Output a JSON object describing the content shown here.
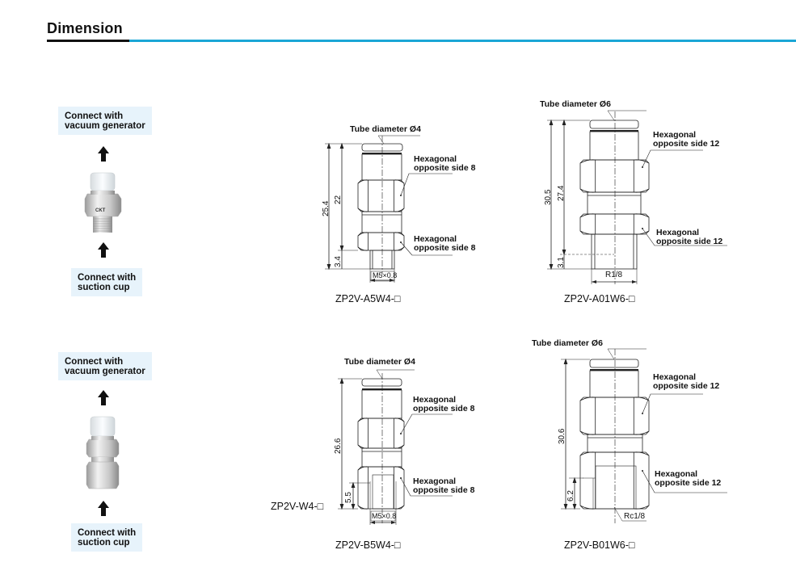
{
  "header": {
    "title": "Dimension",
    "accent_color": "#1aa6d6"
  },
  "flow_notes": [
    {
      "top": "Connect with vacuum generator",
      "top_l1": "Connect with",
      "top_l2": "vacuum generator",
      "bottom_l1": "Connect with",
      "bottom_l2": "suction cup",
      "photo_marking": "CKT"
    },
    {
      "top_l1": "Connect with",
      "top_l2": "vacuum generator",
      "bottom_l1": "Connect with",
      "bottom_l2": "suction cup"
    }
  ],
  "drawings": [
    {
      "model": "ZP2V-A5W4-□",
      "tube": "Tube diameter Ø4",
      "hex_upper": [
        "Hexagonal",
        "opposite side 8"
      ],
      "hex_lower": [
        "Hexagonal",
        "opposite side 8"
      ],
      "dims": [
        "25.4",
        "22",
        "3.4"
      ],
      "thread": "M5×0.8"
    },
    {
      "model": "ZP2V-A01W6-□",
      "tube": "Tube diameter  Ø6",
      "hex_upper": [
        "Hexagonal",
        "opposite side 12"
      ],
      "hex_lower": [
        "Hexagonal",
        "opposite side 12"
      ],
      "dims": [
        "30.5",
        "27.4",
        "3.1"
      ],
      "thread": "R1/8"
    },
    {
      "model": "ZP2V-B5W4-□",
      "alt_model": "ZP2V-W4-□",
      "tube": "Tube diameter  Ø4",
      "hex_upper": [
        "Hexagonal",
        "opposite side 8"
      ],
      "hex_lower": [
        "Hexagonal",
        "opposite side 8"
      ],
      "dims": [
        "26.6",
        "5.5"
      ],
      "thread": "M5×0.8"
    },
    {
      "model": "ZP2V-B01W6-□",
      "tube": "Tube diameter  Ø6",
      "hex_upper": [
        "Hexagonal",
        "opposite side 12"
      ],
      "hex_lower": [
        "Hexagonal",
        "opposite side 12"
      ],
      "dims": [
        "30.6",
        "6.2"
      ],
      "thread": "Rc1/8"
    }
  ]
}
